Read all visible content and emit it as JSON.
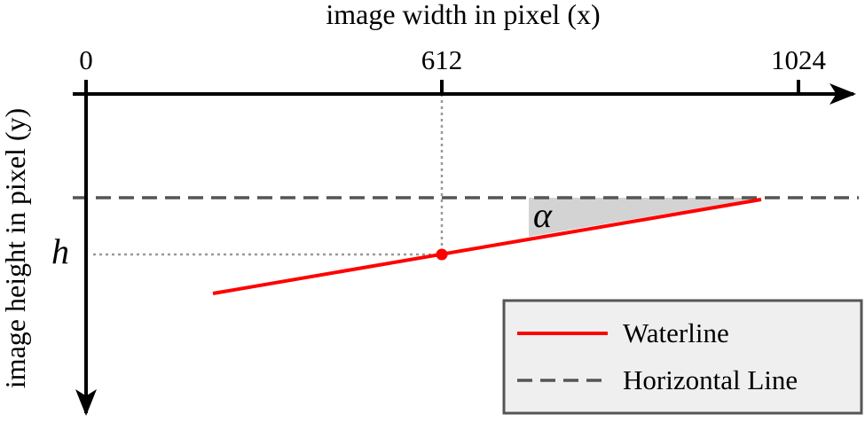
{
  "axes": {
    "x_label": "image width in pixel (x)",
    "y_label": "image height in pixel (y)",
    "x_ticks": [
      "0",
      "612",
      "1024"
    ]
  },
  "symbols": {
    "angle": "α",
    "height": "h"
  },
  "legend": {
    "items": [
      {
        "label": "Waterline",
        "color": "#ff0000",
        "style": "solid"
      },
      {
        "label": "Horizontal Line",
        "color": "#555555",
        "style": "dashed"
      }
    ]
  },
  "colors": {
    "waterline": "#ff0000",
    "horizontal": "#555555",
    "guides": "#999999",
    "angle_fill": "#d3d3d3",
    "legend_bg": "#efefef",
    "legend_border": "#555555"
  }
}
